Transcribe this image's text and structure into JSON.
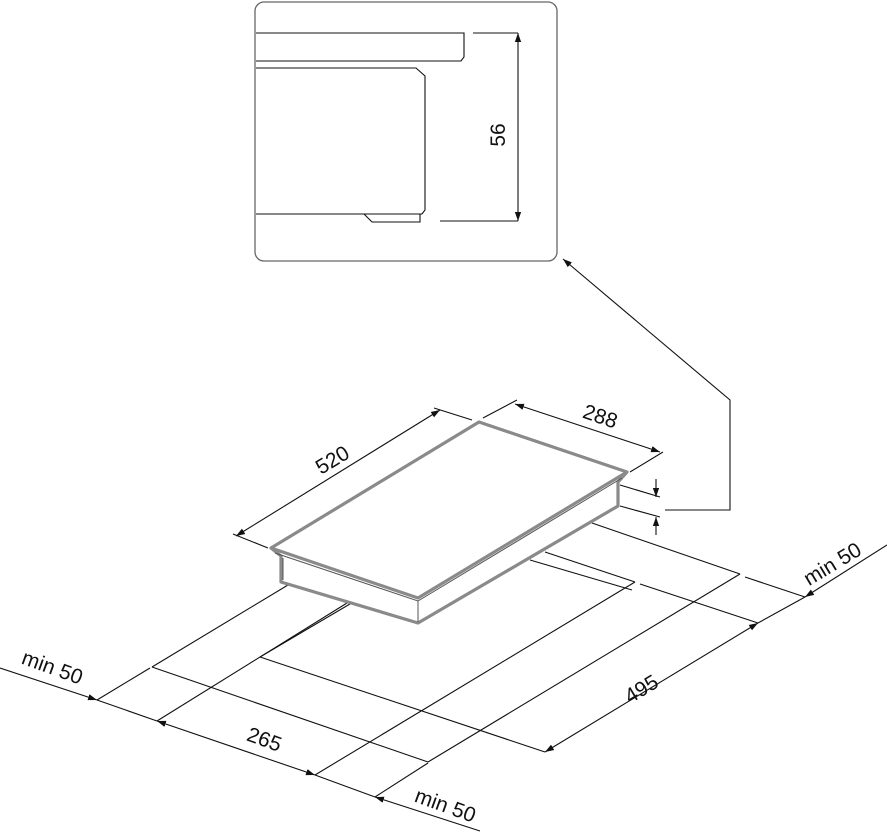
{
  "inset": {
    "height_label": "56"
  },
  "dimensions": {
    "length": "520",
    "width": "288",
    "cutout_length": "495",
    "cutout_width": "265",
    "clearance_right": "min 50",
    "clearance_left": "min 50",
    "clearance_front": "min 50"
  }
}
